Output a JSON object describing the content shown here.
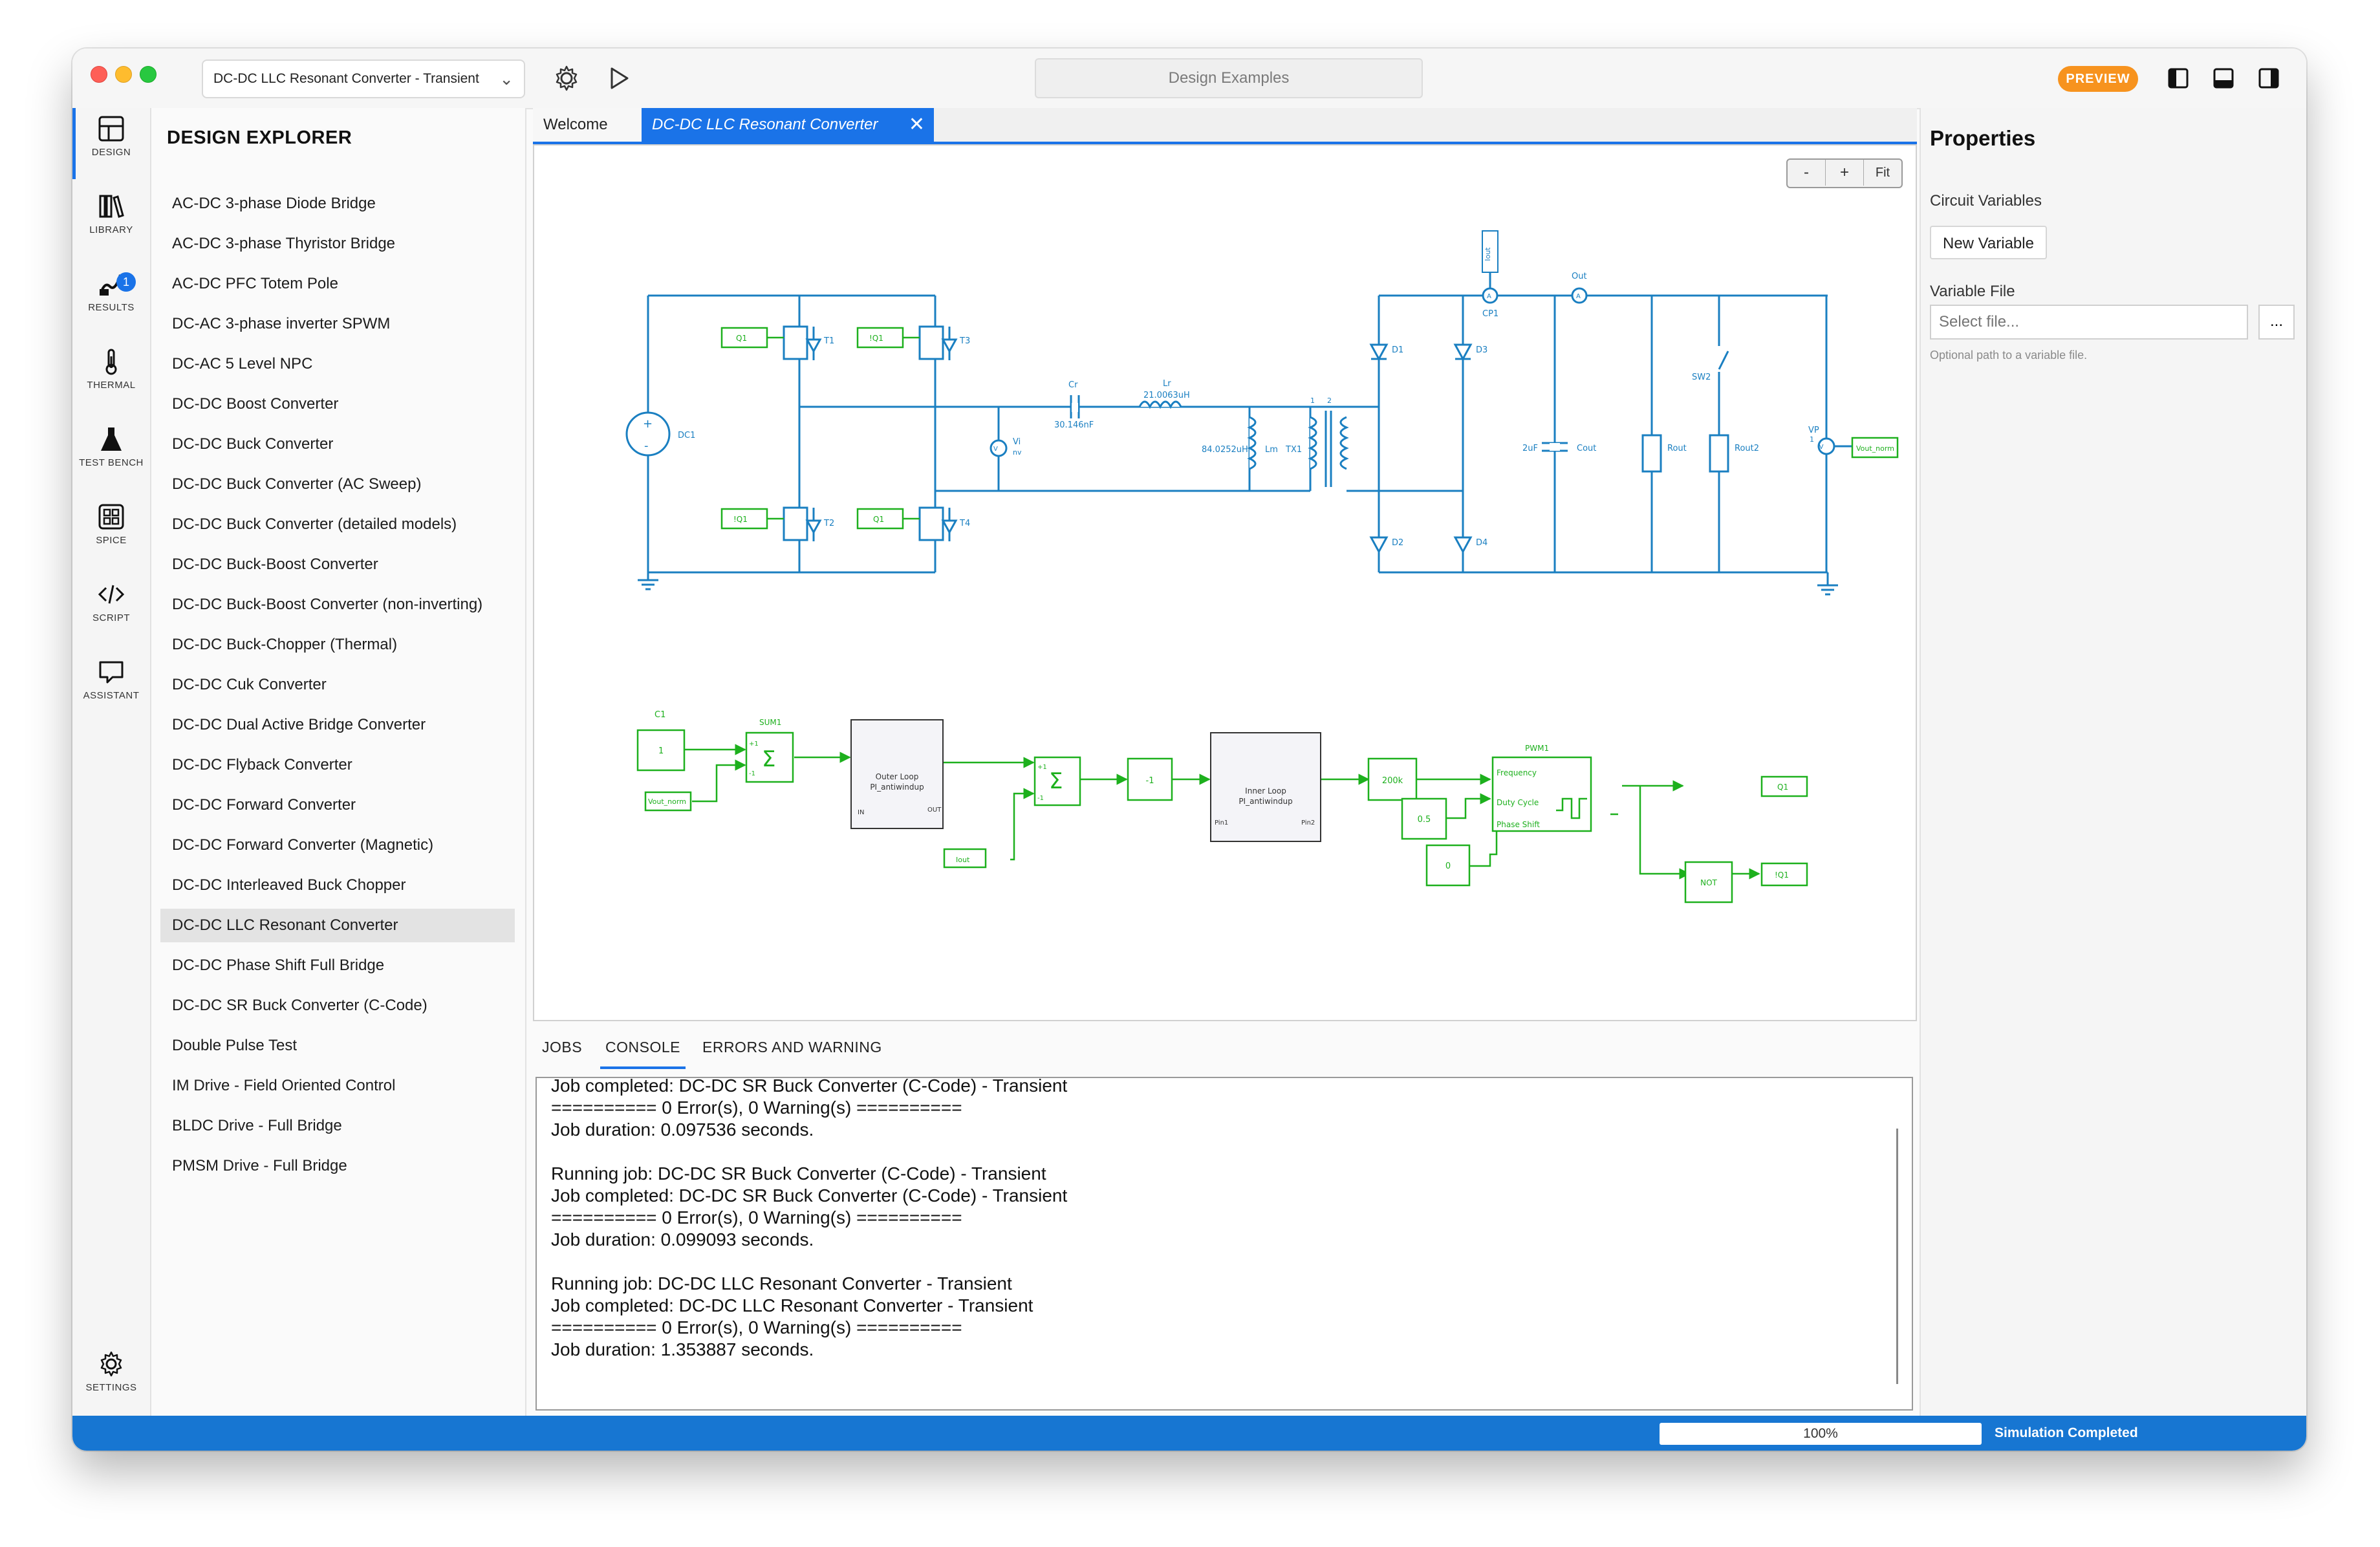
{
  "titlebar": {
    "simulation": "DC-DC LLC Resonant Converter - Transient",
    "search_placeholder": "Design Examples",
    "preview_badge": "PREVIEW"
  },
  "activity": {
    "items": [
      "DESIGN",
      "LIBRARY",
      "RESULTS",
      "THERMAL",
      "TEST BENCH",
      "SPICE",
      "SCRIPT",
      "ASSISTANT"
    ],
    "results_badge": "1",
    "settings": "SETTINGS"
  },
  "explorer": {
    "title": "DESIGN EXPLORER",
    "items": [
      "AC-DC 3-phase Diode Bridge",
      "AC-DC 3-phase Thyristor Bridge",
      "AC-DC PFC Totem Pole",
      "DC-AC 3-phase inverter SPWM",
      "DC-AC 5 Level NPC",
      "DC-DC Boost Converter",
      "DC-DC Buck Converter",
      "DC-DC Buck Converter (AC Sweep)",
      "DC-DC Buck Converter (detailed models)",
      "DC-DC Buck-Boost Converter",
      "DC-DC Buck-Boost Converter (non-inverting)",
      "DC-DC Buck-Chopper (Thermal)",
      "DC-DC Cuk Converter",
      "DC-DC Dual Active Bridge Converter",
      "DC-DC Flyback Converter",
      "DC-DC Forward Converter",
      "DC-DC Forward Converter (Magnetic)",
      "DC-DC Interleaved Buck Chopper",
      "DC-DC LLC Resonant Converter",
      "DC-DC Phase Shift Full Bridge",
      "DC-DC SR Buck Converter (C-Code)",
      "Double Pulse Test",
      "IM Drive - Field Oriented Control",
      "BLDC Drive - Full Bridge",
      "PMSM Drive - Full Bridge"
    ],
    "selected": "DC-DC LLC Resonant Converter"
  },
  "tabs": {
    "welcome": "Welcome",
    "active": "DC-DC LLC Resonant Converter"
  },
  "zoom": {
    "minus": "-",
    "plus": "+",
    "fit": "Fit"
  },
  "schematic": {
    "source": "DC1",
    "switches": [
      "T1",
      "T2",
      "T3",
      "T4"
    ],
    "gate_tags": [
      "Q1",
      "!Q1",
      "!Q1",
      "Q1"
    ],
    "cr_label": "Cr",
    "cr_value": "30.146nF",
    "lr_label": "Lr",
    "lr_value": "21.0063uH",
    "lm_value": "84.0252uH",
    "lm_label": "Lm",
    "tx_label": "TX1",
    "tx_pins": [
      "1",
      "2"
    ],
    "vi_label": "Vi",
    "vi_sub": "nv",
    "diodes": [
      "D1",
      "D2",
      "D3",
      "D4"
    ],
    "iout_tag": "Iout",
    "cp1": "CP1",
    "out_label": "Out",
    "cout_value": "2uF",
    "cout_label": "Cout",
    "rout": "Rout",
    "rout2": "Rout2",
    "sw2": "SW2",
    "vp_label": "VP",
    "vp_num": "1",
    "vout_tag": "Vout_norm",
    "c1_label": "C1",
    "c1_value": "1",
    "sum1_label": "SUM1",
    "vout_norm_tag": "Vout_norm",
    "outer_title": "Outer Loop",
    "outer_sub": "PI_antiwindup",
    "in_port": "IN",
    "out_port": "OUT",
    "iout_tag2": "Iout",
    "neg_one": "-1",
    "inner_title": "Inner Loop",
    "inner_sub": "PI_antiwindup",
    "pin1": "Pin1",
    "pin2": "Pin2",
    "k200": "200k",
    "pwm_label": "PWM1",
    "pwm_freq": "Frequency",
    "pwm_duty": "Duty Cycle",
    "pwm_phase": "Phase Shift",
    "const05": "0.5",
    "const0": "0",
    "not_label": "NOT",
    "q1_tag": "Q1",
    "nq1_tag": "!Q1",
    "plus_signs": [
      "+1",
      "-1",
      "+1",
      "-1"
    ]
  },
  "bottom": {
    "tabs": [
      "JOBS",
      "CONSOLE",
      "ERRORS AND WARNING"
    ],
    "console_lines": [
      "Job completed: DC-DC SR Buck Converter (C-Code) - Transient",
      "========== 0 Error(s), 0 Warning(s) ==========",
      "Job duration: 0.097536 seconds.",
      "",
      "Running job: DC-DC SR Buck Converter (C-Code) - Transient",
      "Job completed: DC-DC SR Buck Converter (C-Code) - Transient",
      "========== 0 Error(s), 0 Warning(s) ==========",
      "Job duration: 0.099093 seconds.",
      "",
      "Running job: DC-DC LLC Resonant Converter - Transient",
      "Job completed: DC-DC LLC Resonant Converter - Transient",
      "========== 0 Error(s), 0 Warning(s) ==========",
      "Job duration: 1.353887 seconds."
    ]
  },
  "properties": {
    "title": "Properties",
    "circuit_variables": "Circuit Variables",
    "new_variable": "New Variable",
    "variable_file": "Variable File",
    "file_placeholder": "Select file...",
    "browse": "...",
    "hint": "Optional path to a variable file."
  },
  "status": {
    "progress_label": "100%",
    "progress": 1.0,
    "message": "Simulation Completed"
  },
  "colors": {
    "accent": "#1a73e8",
    "circuit": "#1a7fc1",
    "control": "#1db01d",
    "preview": "#f7931e",
    "statusbar": "#1776d2"
  }
}
